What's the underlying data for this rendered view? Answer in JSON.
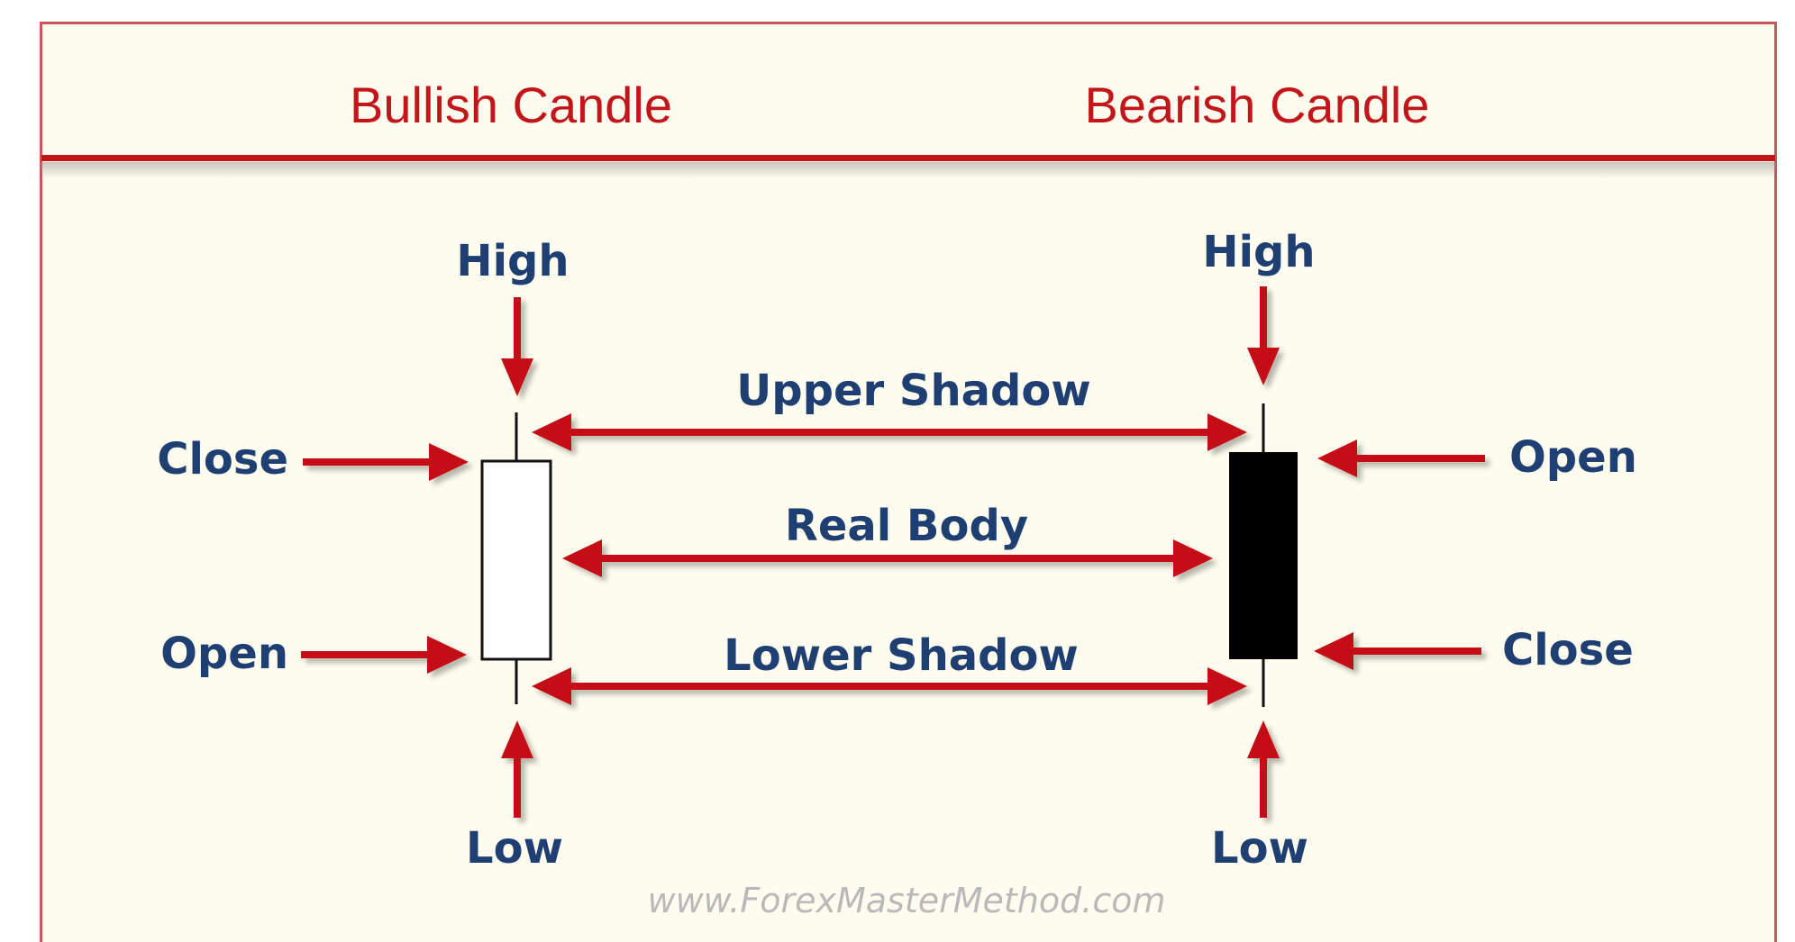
{
  "headers": {
    "bullish": "Bullish Candle",
    "bearish": "Bearish Candle"
  },
  "bullish": {
    "high": "High",
    "close": "Close",
    "open": "Open",
    "low": "Low"
  },
  "bearish": {
    "high": "High",
    "open": "Open",
    "close": "Close",
    "low": "Low"
  },
  "middle": {
    "upper_shadow": "Upper Shadow",
    "real_body": "Real Body",
    "lower_shadow": "Lower Shadow"
  },
  "watermark": "www.ForexMasterMethod.com",
  "colors": {
    "background": "#fdfcee",
    "border": "#c9565a",
    "title": "#c3161b",
    "arrow": "#c40f15",
    "label": "#1f3f73",
    "bullish_body": "#ffffff",
    "bearish_body": "#000000",
    "watermark": "#b9b9b9"
  }
}
